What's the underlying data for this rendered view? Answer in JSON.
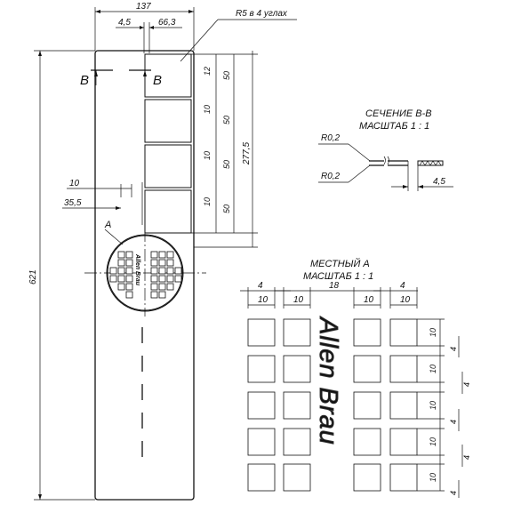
{
  "main_view": {
    "dims": {
      "width_total": "137",
      "offset_left": "4,5",
      "offset_right": "66,3",
      "corner_note": "R5 в 4 углах",
      "height_total": "621",
      "height_slots": "277,5",
      "gap_top": "12",
      "gap": "10",
      "slot_height": "50",
      "left_10": "10",
      "left_35": "35,5"
    },
    "section_label_left": "B",
    "section_label_right": "B",
    "detail_label": "A",
    "logo_small": "Allen Brau"
  },
  "section_view": {
    "title": "СЕЧЕНИЕ В-В",
    "scale": "МАСШТАБ 1 : 1",
    "radius_top": "R0,2",
    "radius_bottom": "R0,2",
    "dim": "4,5"
  },
  "detail_view": {
    "title": "МЕСТНЫЙ А",
    "scale": "МАСШТАБ 1 : 1",
    "dims": {
      "top_4_left": "4",
      "top_18": "18",
      "top_4_right": "4",
      "col_10": "10",
      "row_10": "10",
      "row_4": "4"
    },
    "logo": "Allen Brau"
  }
}
